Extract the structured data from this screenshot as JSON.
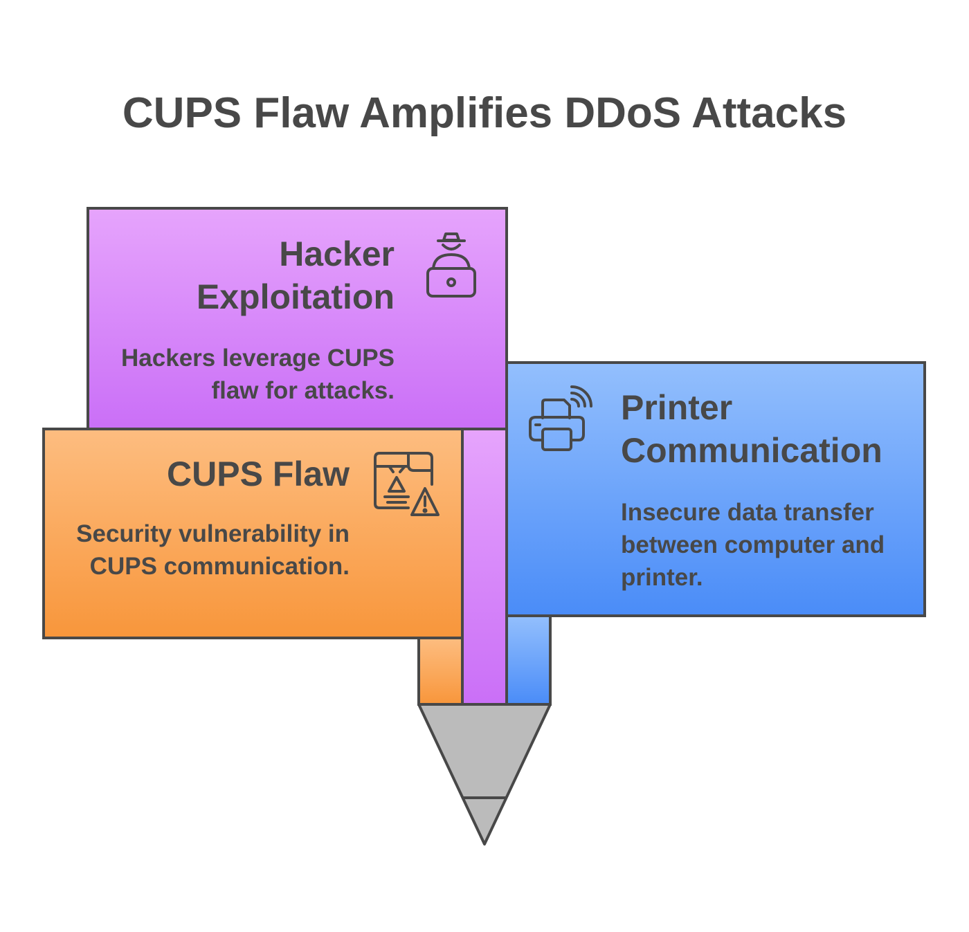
{
  "title": "CUPS Flaw Amplifies DDoS Attacks",
  "cards": [
    {
      "title": "Hacker Exploitation",
      "description": "Hackers leverage CUPS flaw for attacks.",
      "icon": "hacker-laptop-icon",
      "color": "#cf74f7"
    },
    {
      "title": "CUPS Flaw",
      "description": "Security vulnerability in CUPS communication.",
      "icon": "security-warning-icon",
      "color": "#f8993f"
    },
    {
      "title": "Printer Communication",
      "description": "Insecure data transfer between computer and printer.",
      "icon": "wireless-printer-icon",
      "color": "#4d8ff8"
    }
  ]
}
